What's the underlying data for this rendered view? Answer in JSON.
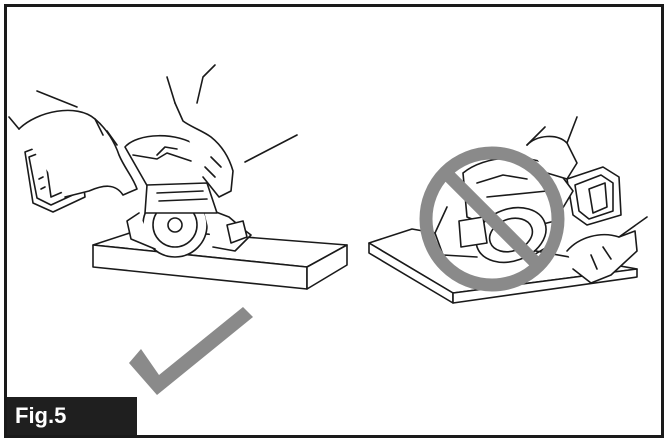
{
  "figure": {
    "label": "Fig.5",
    "colors": {
      "line": "#1a1a1a",
      "check": "#8a8a8a",
      "prohibition": "#8a8a8a",
      "label_bg": "#1f1f1f",
      "label_text": "#ffffff"
    },
    "left_panel": {
      "icon": "checkmark-icon",
      "state": "correct"
    },
    "right_panel": {
      "icon": "prohibition-icon",
      "state": "incorrect"
    }
  }
}
